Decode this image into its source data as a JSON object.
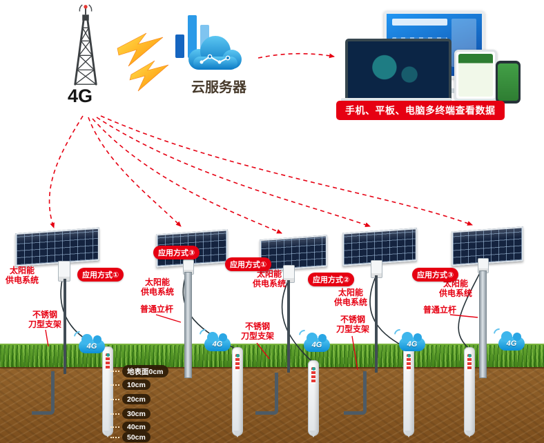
{
  "header": {
    "tower_label": "4G",
    "cloud_label": "云服务器",
    "devices_caption": "手机、平板、电脑多终端查看数据"
  },
  "stations": [
    {
      "badge": "应用方式①",
      "power_label": "太阳能\n供电系统",
      "mount_label": "不锈钢\n刀型支架",
      "net_label": "4G"
    },
    {
      "badge": "应用方式③",
      "power_label": "太阳能\n供电系统",
      "mount_label": "普通立杆",
      "net_label": "4G"
    },
    {
      "badge": "应用方式①",
      "power_label": "太阳能\n供电系统",
      "mount_label": "不锈钢\n刀型支架",
      "net_label": "4G"
    },
    {
      "badge": "应用方式②",
      "power_label": "太阳能\n供电系统",
      "mount_label": "不锈钢\n刀型支架",
      "net_label": "4G"
    },
    {
      "badge": "应用方式③",
      "power_label": "太阳能\n供电系统",
      "mount_label": "普通立杆",
      "net_label": "4G"
    }
  ],
  "depth_scale": {
    "labels": [
      "地表面0cm",
      "10cm",
      "20cm",
      "30cm",
      "40cm",
      "50cm"
    ]
  },
  "colors": {
    "accent_red": "#e60012",
    "cloud_blue": "#1e9be0",
    "panel_navy": "#14233f",
    "grass_green": "#4e8c25",
    "soil_brown": "#8a5a28"
  }
}
